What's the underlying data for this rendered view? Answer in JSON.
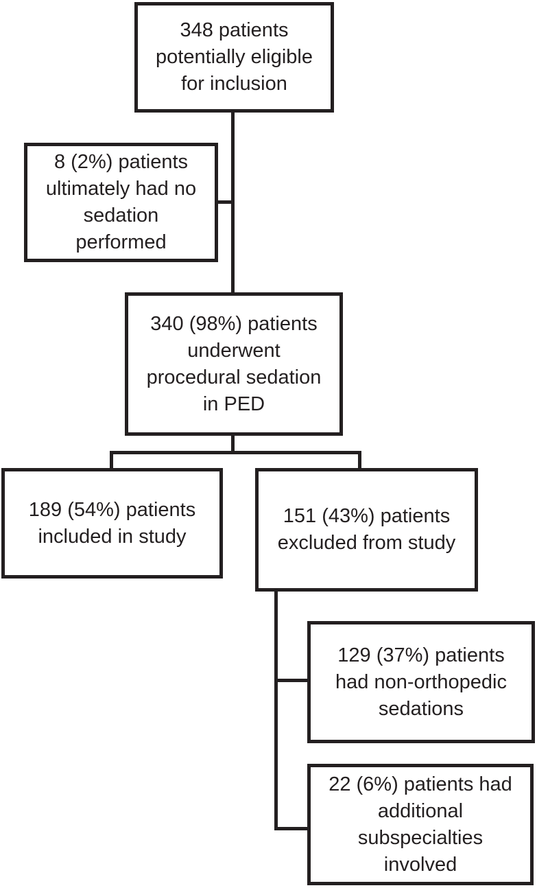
{
  "figure": {
    "type": "flowchart",
    "background": "#ffffff",
    "line_color": "#231f20",
    "text_color": "#231f20"
  },
  "nodes": [
    {
      "id": "eligible",
      "count": 348,
      "percent": null,
      "text": "348 patients\npotentially eligible\nfor inclusion"
    },
    {
      "id": "no-sedation",
      "count": 8,
      "percent": "2%",
      "text": "8 (2%) patients\nultimately had no\nsedation\nperformed"
    },
    {
      "id": "sedation-ped",
      "count": 340,
      "percent": "98%",
      "text": "340 (98%) patients\nunderwent\nprocedural sedation\nin PED"
    },
    {
      "id": "included",
      "count": 189,
      "percent": "54%",
      "text": "189 (54%) patients\nincluded in study"
    },
    {
      "id": "excluded",
      "count": 151,
      "percent": "43%",
      "text": "151 (43%) patients\nexcluded from study"
    },
    {
      "id": "non-orthopedic",
      "count": 129,
      "percent": "37%",
      "text": "129 (37%) patients\nhad non-orthopedic\nsedations"
    },
    {
      "id": "subspecialties",
      "count": 22,
      "percent": "6%",
      "text": "22 (6%) patients had\nadditional\nsubspecialties\ninvolved"
    }
  ]
}
